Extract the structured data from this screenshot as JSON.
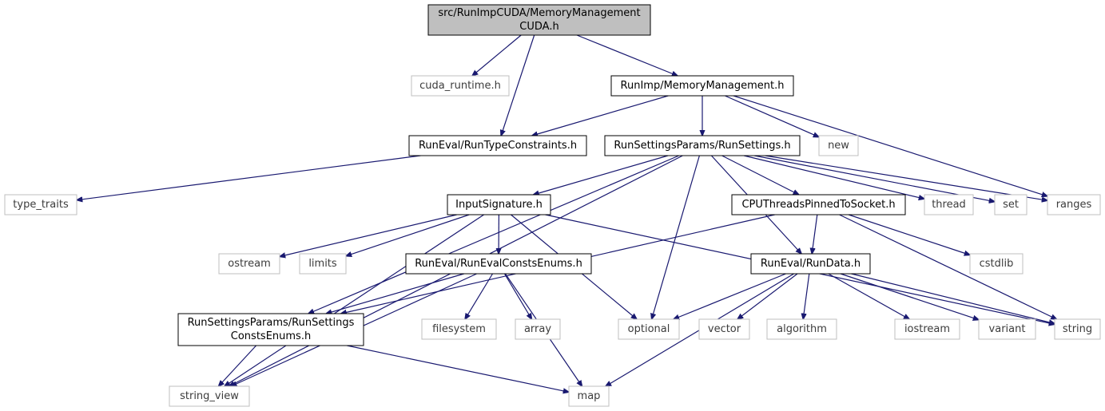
{
  "colors": {
    "edge": "#191970",
    "root_fill": "#bfbfbf",
    "internal_border": "#000000",
    "external_border": "#bfbfbf"
  },
  "nodes": [
    {
      "id": "root",
      "kind": "root",
      "lines": [
        "src/RunImpCUDA/MemoryManagement",
        "CUDA.h"
      ]
    },
    {
      "id": "cuda_runtime",
      "kind": "external",
      "lines": [
        "cuda_runtime.h"
      ]
    },
    {
      "id": "memmgmt",
      "kind": "internal",
      "lines": [
        "RunImp/MemoryManagement.h"
      ]
    },
    {
      "id": "runtypeconstraints",
      "kind": "internal",
      "lines": [
        "RunEval/RunTypeConstraints.h"
      ]
    },
    {
      "id": "runsettings",
      "kind": "internal",
      "lines": [
        "RunSettingsParams/RunSettings.h"
      ]
    },
    {
      "id": "new",
      "kind": "external",
      "lines": [
        "new"
      ]
    },
    {
      "id": "type_traits",
      "kind": "external",
      "lines": [
        "type_traits"
      ]
    },
    {
      "id": "inputsignature",
      "kind": "internal",
      "lines": [
        "InputSignature.h"
      ]
    },
    {
      "id": "cputhreads",
      "kind": "internal",
      "lines": [
        "CPUThreadsPinnedToSocket.h"
      ]
    },
    {
      "id": "thread",
      "kind": "external",
      "lines": [
        "thread"
      ]
    },
    {
      "id": "set",
      "kind": "external",
      "lines": [
        "set"
      ]
    },
    {
      "id": "ranges",
      "kind": "external",
      "lines": [
        "ranges"
      ]
    },
    {
      "id": "ostream",
      "kind": "external",
      "lines": [
        "ostream"
      ]
    },
    {
      "id": "limits",
      "kind": "external",
      "lines": [
        "limits"
      ]
    },
    {
      "id": "runevalconsts",
      "kind": "internal",
      "lines": [
        "RunEval/RunEvalConstsEnums.h"
      ]
    },
    {
      "id": "rundata",
      "kind": "internal",
      "lines": [
        "RunEval/RunData.h"
      ]
    },
    {
      "id": "cstdlib",
      "kind": "external",
      "lines": [
        "cstdlib"
      ]
    },
    {
      "id": "rssconsts",
      "kind": "internal",
      "lines": [
        "RunSettingsParams/RunSettings",
        "ConstsEnums.h"
      ]
    },
    {
      "id": "filesystem",
      "kind": "external",
      "lines": [
        "filesystem"
      ]
    },
    {
      "id": "array",
      "kind": "external",
      "lines": [
        "array"
      ]
    },
    {
      "id": "optional",
      "kind": "external",
      "lines": [
        "optional"
      ]
    },
    {
      "id": "vector",
      "kind": "external",
      "lines": [
        "vector"
      ]
    },
    {
      "id": "algorithm",
      "kind": "external",
      "lines": [
        "algorithm"
      ]
    },
    {
      "id": "iostream",
      "kind": "external",
      "lines": [
        "iostream"
      ]
    },
    {
      "id": "variant",
      "kind": "external",
      "lines": [
        "variant"
      ]
    },
    {
      "id": "string",
      "kind": "external",
      "lines": [
        "string"
      ]
    },
    {
      "id": "string_view",
      "kind": "external",
      "lines": [
        "string_view"
      ]
    },
    {
      "id": "map",
      "kind": "external",
      "lines": [
        "map"
      ]
    }
  ],
  "edges": [
    [
      "root",
      "cuda_runtime"
    ],
    [
      "root",
      "memmgmt"
    ],
    [
      "root",
      "runtypeconstraints"
    ],
    [
      "memmgmt",
      "runtypeconstraints"
    ],
    [
      "memmgmt",
      "runsettings"
    ],
    [
      "memmgmt",
      "new"
    ],
    [
      "memmgmt",
      "ranges"
    ],
    [
      "runtypeconstraints",
      "type_traits"
    ],
    [
      "runsettings",
      "inputsignature"
    ],
    [
      "runsettings",
      "cputhreads"
    ],
    [
      "runsettings",
      "thread"
    ],
    [
      "runsettings",
      "set"
    ],
    [
      "runsettings",
      "ranges"
    ],
    [
      "runsettings",
      "rssconsts"
    ],
    [
      "runsettings",
      "string_view"
    ],
    [
      "runsettings",
      "optional"
    ],
    [
      "runsettings",
      "rundata"
    ],
    [
      "inputsignature",
      "ostream"
    ],
    [
      "inputsignature",
      "limits"
    ],
    [
      "inputsignature",
      "runevalconsts"
    ],
    [
      "inputsignature",
      "optional"
    ],
    [
      "inputsignature",
      "string"
    ],
    [
      "inputsignature",
      "string_view"
    ],
    [
      "cputhreads",
      "rssconsts"
    ],
    [
      "cputhreads",
      "rundata"
    ],
    [
      "cputhreads",
      "cstdlib"
    ],
    [
      "cputhreads",
      "string"
    ],
    [
      "runevalconsts",
      "rssconsts"
    ],
    [
      "runevalconsts",
      "filesystem"
    ],
    [
      "runevalconsts",
      "array"
    ],
    [
      "runevalconsts",
      "map"
    ],
    [
      "runevalconsts",
      "string_view"
    ],
    [
      "rundata",
      "optional"
    ],
    [
      "rundata",
      "vector"
    ],
    [
      "rundata",
      "algorithm"
    ],
    [
      "rundata",
      "iostream"
    ],
    [
      "rundata",
      "variant"
    ],
    [
      "rundata",
      "string"
    ],
    [
      "rundata",
      "map"
    ],
    [
      "rssconsts",
      "string_view"
    ],
    [
      "rssconsts",
      "map"
    ]
  ]
}
